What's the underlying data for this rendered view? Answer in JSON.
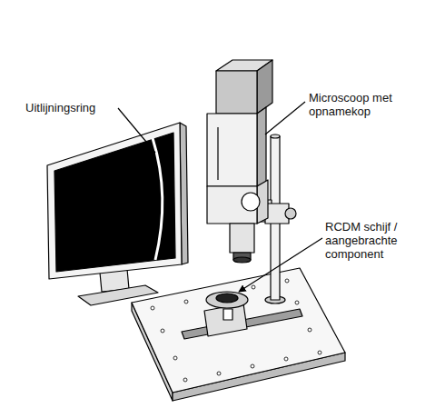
{
  "diagram": {
    "labels": [
      "Uitlijningsring",
      "Microscoop met opnamekop",
      "RCDM schijf / aangebrachte component"
    ]
  }
}
